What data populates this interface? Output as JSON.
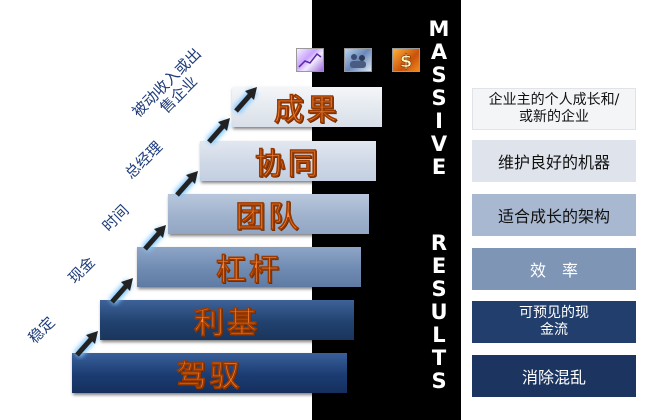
{
  "steps": [
    {
      "label": "驾驭"
    },
    {
      "label": "利基"
    },
    {
      "label": "杠杆"
    },
    {
      "label": "团队"
    },
    {
      "label": "协同"
    },
    {
      "label": "成果"
    }
  ],
  "step_notes": [
    {
      "text": "稳定"
    },
    {
      "text": "现金"
    },
    {
      "text": "时间"
    },
    {
      "text": "总经理"
    },
    {
      "text": "被动收入或出售企业"
    }
  ],
  "vertical_words": {
    "massive": [
      "M",
      "A",
      "S",
      "S",
      "I",
      "V",
      "E"
    ],
    "results": [
      "R",
      "E",
      "S",
      "U",
      "L",
      "T",
      "S"
    ]
  },
  "right_boxes": [
    {
      "text": "企业主的个人成长和/或新的企业"
    },
    {
      "text": "维护良好的机器"
    },
    {
      "text": "适合成长的架构"
    },
    {
      "text": "效　率"
    },
    {
      "text": "可预见的现金流"
    },
    {
      "text": "消除混乱"
    }
  ],
  "icons": [
    "chart-icon",
    "people-icon",
    "dollar-icon"
  ]
}
